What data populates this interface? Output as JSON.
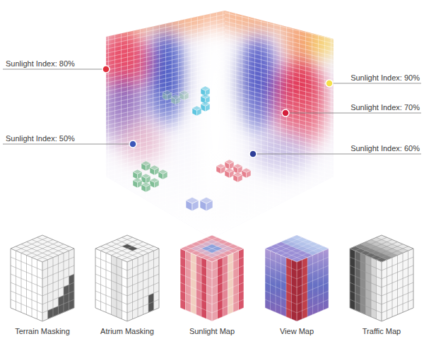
{
  "diagram": {
    "labels": [
      "Sunlight Index: 80%",
      "Sunlight Index: 90%",
      "Sunlight Index: 70%",
      "Sunlight Index: 50%",
      "Sunlight Index: 60%",
      "Terrain Masking",
      "Atrium Masking",
      "Sunlight Map",
      "View Map",
      "Traffic Map"
    ]
  }
}
